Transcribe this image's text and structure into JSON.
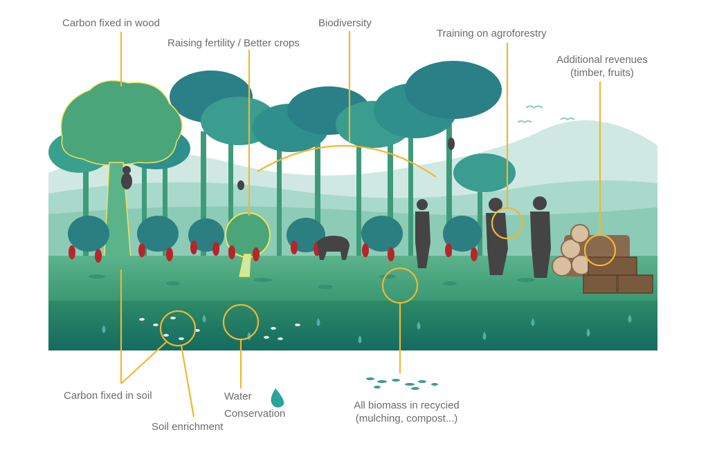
{
  "labels": {
    "carbon_wood": "Carbon fixed in wood",
    "fertility": "Raising fertility / Better crops",
    "biodiversity": "Biodiversity",
    "training": "Training on agroforestry",
    "revenues_line1": "Additional revenues",
    "revenues_line2": "(timber, fruits)",
    "carbon_soil": "Carbon fixed in soil",
    "soil_enrichment": "Soil enrichment",
    "water_line1": "Water",
    "water_line2": "Conservation",
    "biomass_line1": "All biomass in recycied",
    "biomass_line2": "(mulching, compost...)"
  },
  "colors": {
    "callout": "#f2b632",
    "text": "#6b6b6b",
    "canopy": "#2f8f8c",
    "ground": "#3f9d78",
    "soil": "#1f7a66",
    "pod": "#b8242a"
  }
}
